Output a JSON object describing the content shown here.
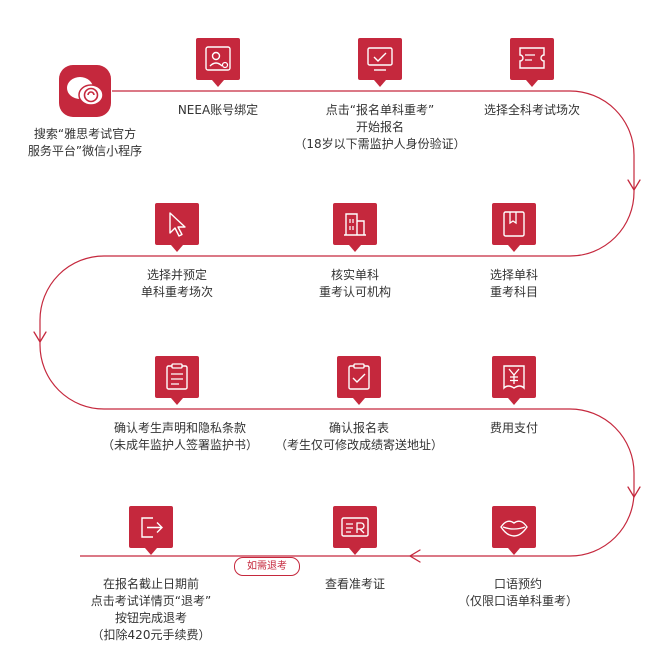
{
  "colors": {
    "accent": "#c5283d",
    "text": "#333333",
    "background": "#ffffff"
  },
  "start": {
    "icon": "wechat-miniprogram-icon",
    "label": "搜索“雅思考试官方\n服务平台”微信小程序"
  },
  "steps": [
    {
      "icon": "person-profile-icon",
      "label": "NEEA账号绑定"
    },
    {
      "icon": "monitor-check-icon",
      "label": "点击“报名单科重考”\n开始报名\n（18岁以下需监护人身份验证）"
    },
    {
      "icon": "ticket-icon",
      "label": "选择全科考试场次"
    },
    {
      "icon": "book-icon",
      "label": "选择单科\n重考科目"
    },
    {
      "icon": "building-icon",
      "label": "核实单科\n重考认可机构"
    },
    {
      "icon": "cursor-pointer-icon",
      "label": "选择并预定\n单科重考场次"
    },
    {
      "icon": "clipboard-list-icon",
      "label": "确认考生声明和隐私条款\n（未成年监护人签署监护书）"
    },
    {
      "icon": "form-check-icon",
      "label": "确认报名表\n（考生仅可修改成绩寄送地址）"
    },
    {
      "icon": "yen-payment-icon",
      "label": "费用支付"
    },
    {
      "icon": "lips-icon",
      "label": "口语预约\n（仅限口语单科重考）"
    },
    {
      "icon": "id-card-icon",
      "label": "查看准考证"
    },
    {
      "icon": "exit-icon",
      "label": "在报名截止日期前\n点击考试详情页“退考”\n按钮完成退考\n（扣除420元手续费）"
    }
  ],
  "optional_badge": "如需退考"
}
